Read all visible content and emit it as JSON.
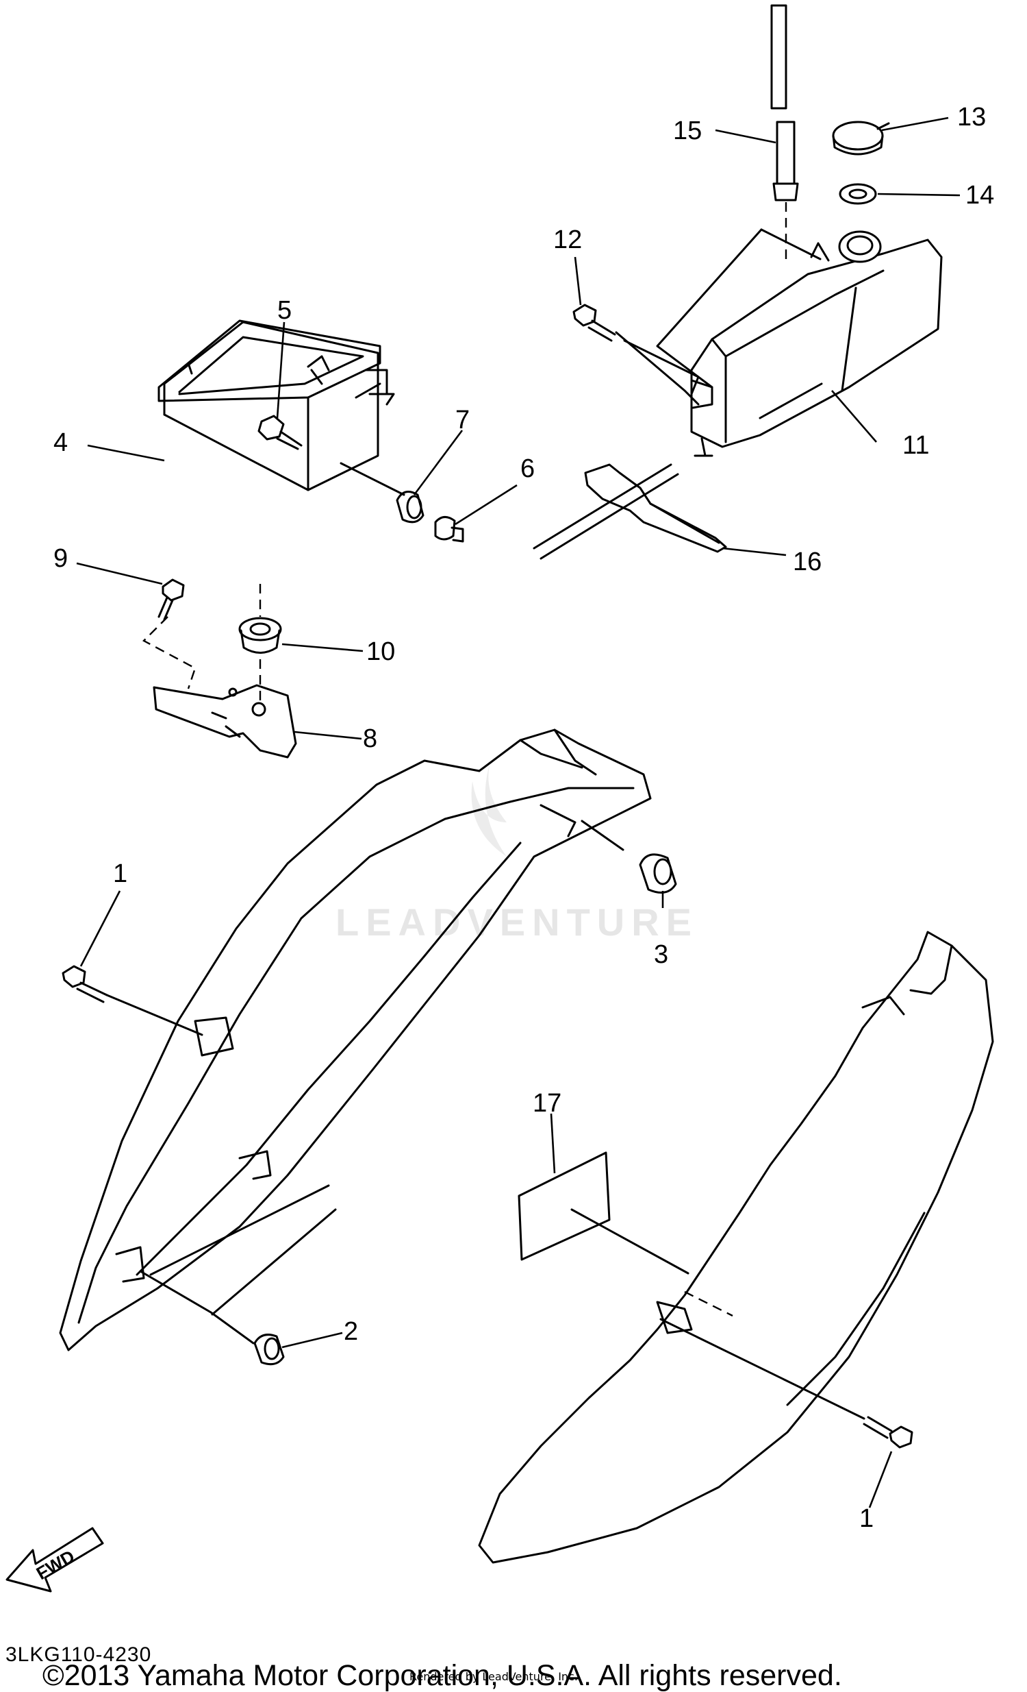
{
  "callouts": {
    "c1a": "1",
    "c1b": "1",
    "c2": "2",
    "c3": "3",
    "c4": "4",
    "c5": "5",
    "c6": "6",
    "c7": "7",
    "c8": "8",
    "c9": "9",
    "c10": "10",
    "c11": "11",
    "c12": "12",
    "c13": "13",
    "c14": "14",
    "c15": "15",
    "c16": "16",
    "c17": "17"
  },
  "fwd_label": "FWD",
  "watermark": "LEADVENTURE",
  "diagram_code": "3LKG110-4230",
  "copyright": "©2013 Yamaha Motor Corporation, U.S.A. All rights reserved.",
  "rendered_by": "Rendered by LeadVenture, Inc."
}
